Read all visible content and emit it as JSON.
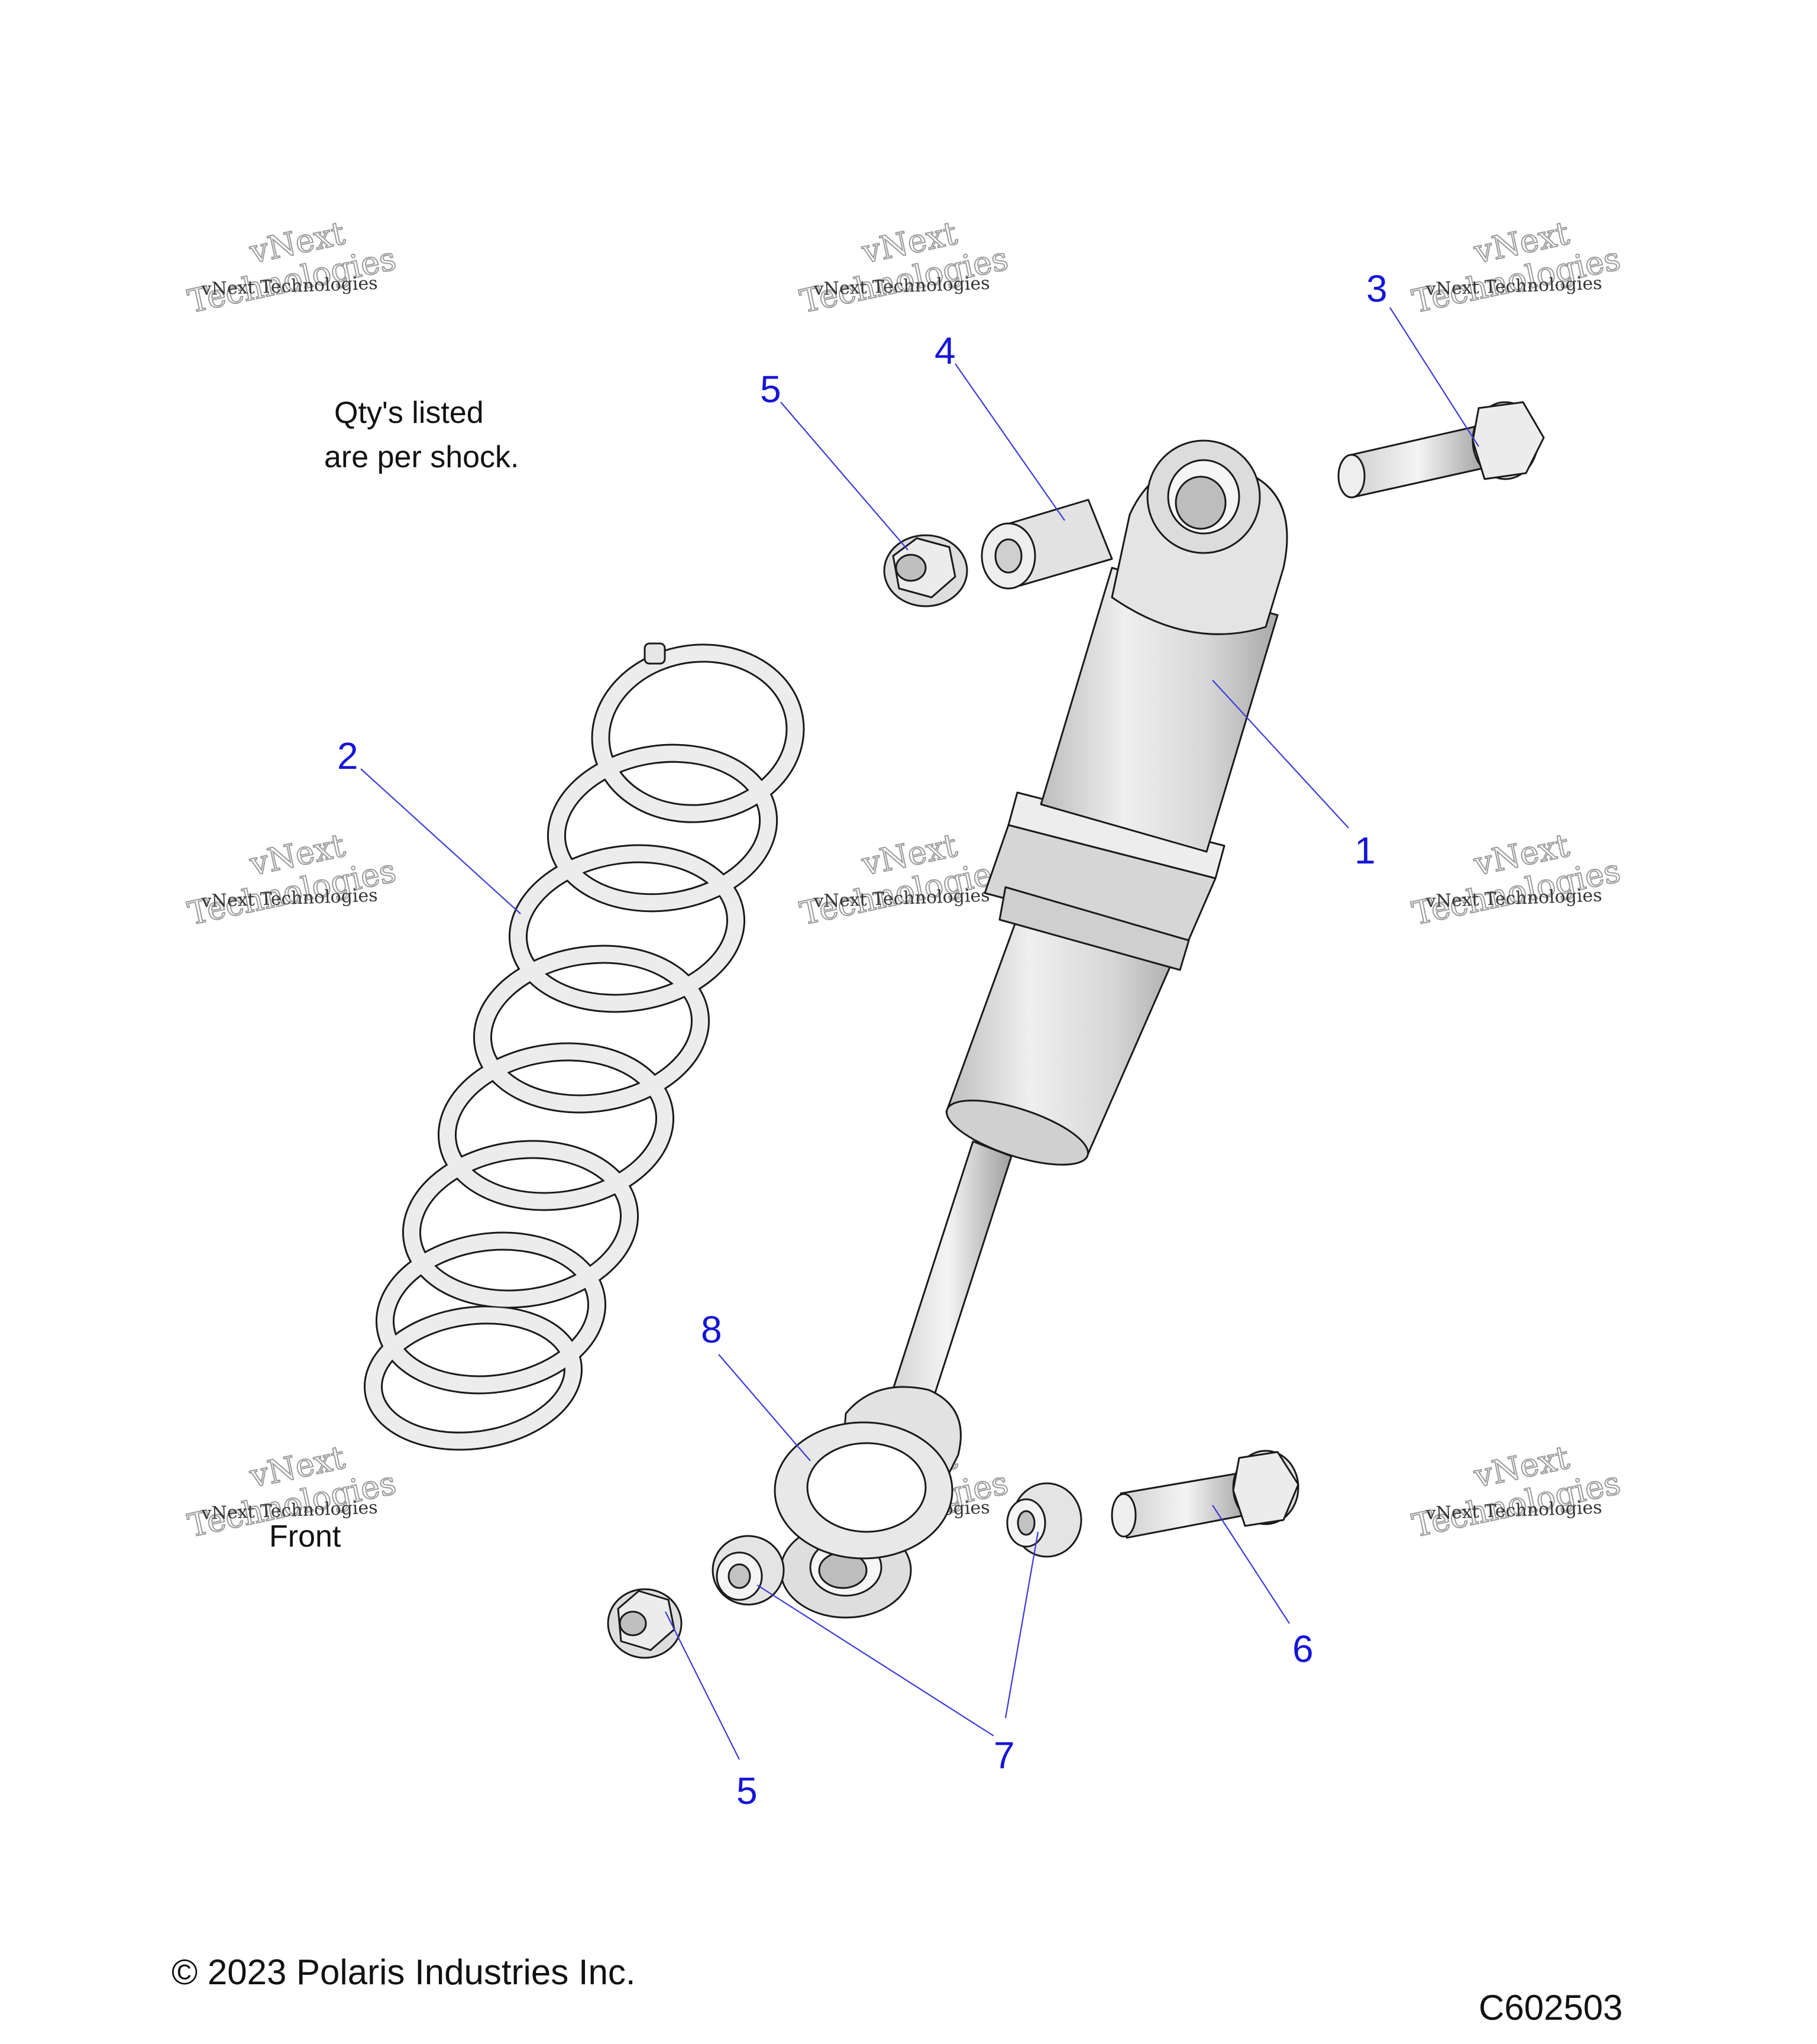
{
  "note": {
    "line1": "Qty's listed",
    "line2": "are per shock."
  },
  "front_label": "Front",
  "footer": {
    "copyright": "© 2023 Polaris Industries Inc.",
    "diagram_id": "C602503"
  },
  "watermark": {
    "line1": "vNext",
    "line2": "Technologies",
    "small": "vNext Technologies"
  },
  "callouts": {
    "c1": "1",
    "c2": "2",
    "c3": "3",
    "c4": "4",
    "c5_top": "5",
    "c5_bottom": "5",
    "c6": "6",
    "c7": "7",
    "c8": "8"
  },
  "colors": {
    "callout": "#1515d6",
    "part_fill": "#e6e6e6",
    "outline": "#1a1a1a"
  }
}
